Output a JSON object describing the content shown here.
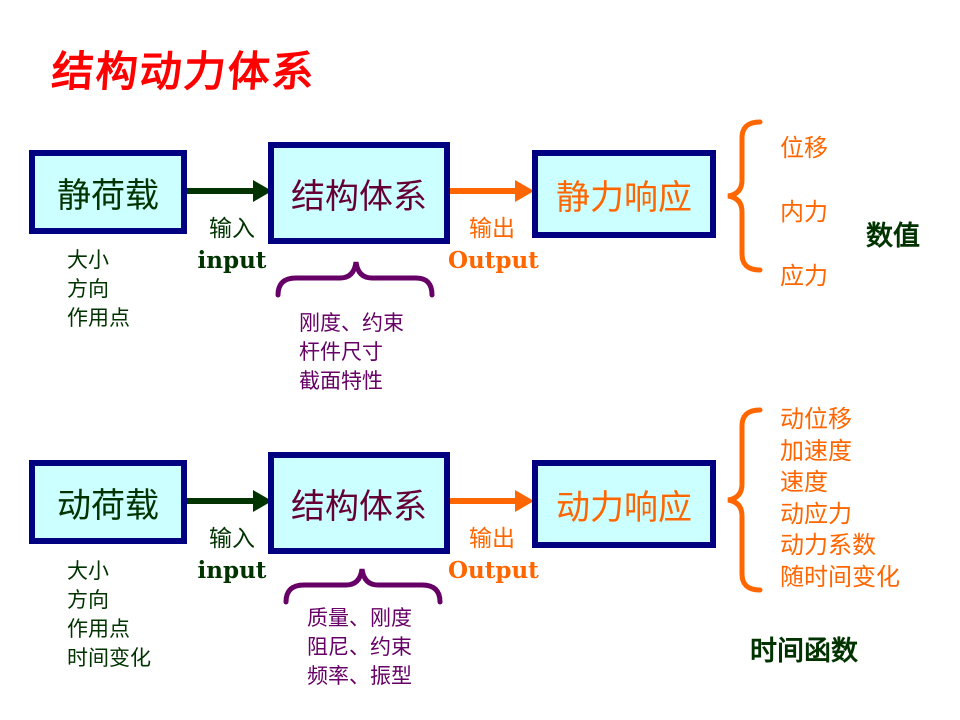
{
  "title": "结构动力体系",
  "colors": {
    "title": "#ff0000",
    "box_border": "#000080",
    "box_fill": "#ccffff",
    "input_arrow": "#003300",
    "output_arrow": "#ff6600",
    "brace_struct": "#660066",
    "brace_response": "#ff6600"
  },
  "static_row": {
    "load_box": "静荷载",
    "load_props": [
      "大小",
      "方向",
      "作用点"
    ],
    "input_label": {
      "cn": "输入",
      "en": "input"
    },
    "structure_box": "结构体系",
    "structure_props": [
      "刚度、约束",
      "杆件尺寸",
      "截面特性"
    ],
    "output_label": {
      "cn": "输出",
      "en": "Output"
    },
    "response_box": "静力响应",
    "response_items": [
      "位移",
      "内力",
      "应力"
    ],
    "response_type": "数值"
  },
  "dynamic_row": {
    "load_box": "动荷载",
    "load_props": [
      "大小",
      "方向",
      "作用点",
      "时间变化"
    ],
    "input_label": {
      "cn": "输入",
      "en": "input"
    },
    "structure_box": "结构体系",
    "structure_props": [
      "质量、刚度",
      "阻尼、约束",
      "频率、振型"
    ],
    "output_label": {
      "cn": "输出",
      "en": "Output"
    },
    "response_box": "动力响应",
    "response_items": [
      "动位移",
      "加速度",
      "速度",
      "动应力",
      "动力系数",
      "随时间变化"
    ],
    "response_type": "时间函数"
  }
}
